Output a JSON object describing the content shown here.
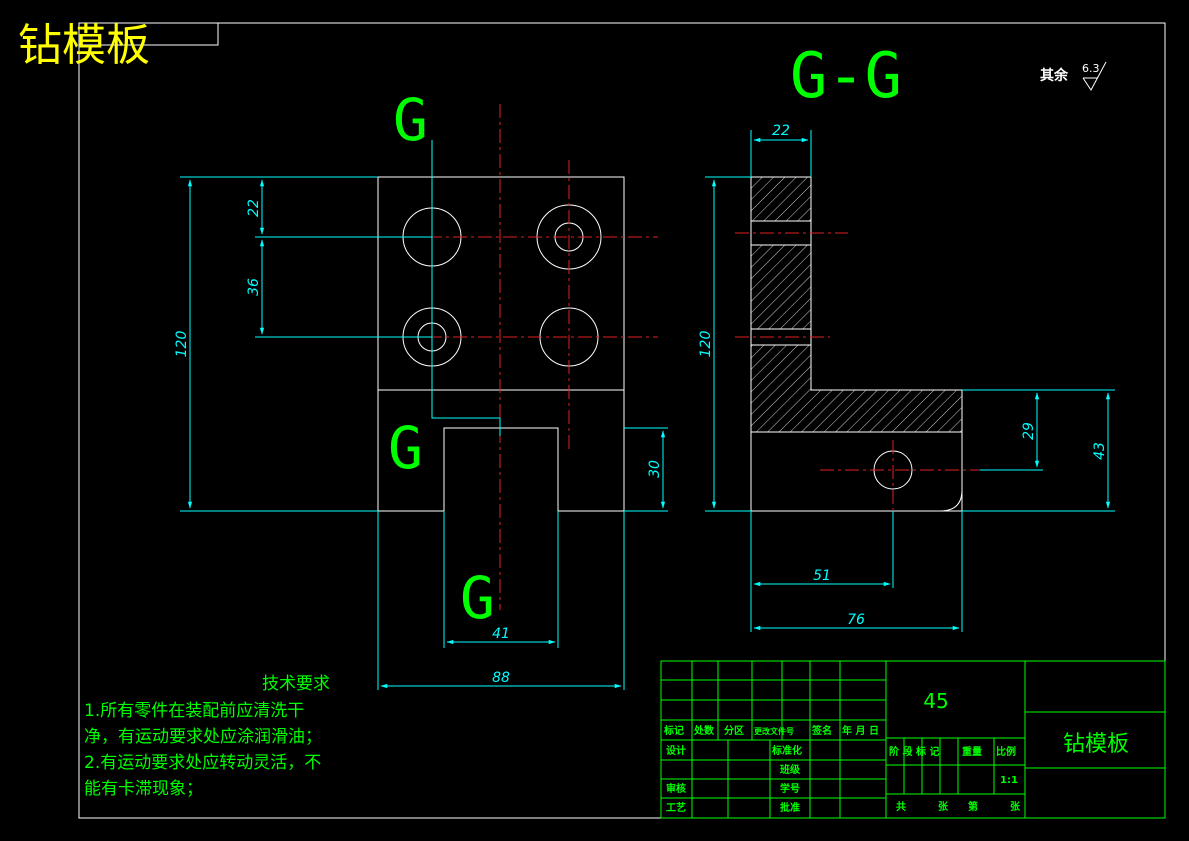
{
  "drawing": {
    "corner_title": "钻模板",
    "section_title": "G-G",
    "surface_finish": {
      "prefix": "其余",
      "value": "6.3"
    },
    "section_labels": [
      "G",
      "G",
      "G"
    ]
  },
  "dimensions": {
    "front": {
      "d22": "22",
      "d36": "36",
      "d120": "120",
      "d30": "30",
      "d41": "41",
      "d88": "88"
    },
    "side": {
      "d22": "22",
      "d120": "120",
      "d29": "29",
      "d43": "43",
      "d51": "51",
      "d76": "76"
    }
  },
  "tech_requirements": {
    "heading": "技术要求",
    "lines": [
      "1.所有零件在装配前应清洗干",
      "净，有运动要求处应涂润滑油；",
      "2.有运动要求处应转动灵活，不",
      "能有卡滞现象；"
    ]
  },
  "title_block": {
    "material": "45",
    "part_name": "钻模板",
    "header_row": [
      "标记",
      "处数",
      "分区",
      "更改文件号",
      "签名",
      "年 月 日"
    ],
    "design": "设计",
    "standardize": "标准化",
    "class_label": "班级",
    "review": "审核",
    "student_no": "学号",
    "process": "工艺",
    "approve": "批准",
    "stage_mark": "阶 段 标 记",
    "weight": "重量",
    "scale_label": "比例",
    "scale_value": "1:1",
    "sheet_info": [
      "共",
      "张",
      "第",
      "张"
    ]
  }
}
